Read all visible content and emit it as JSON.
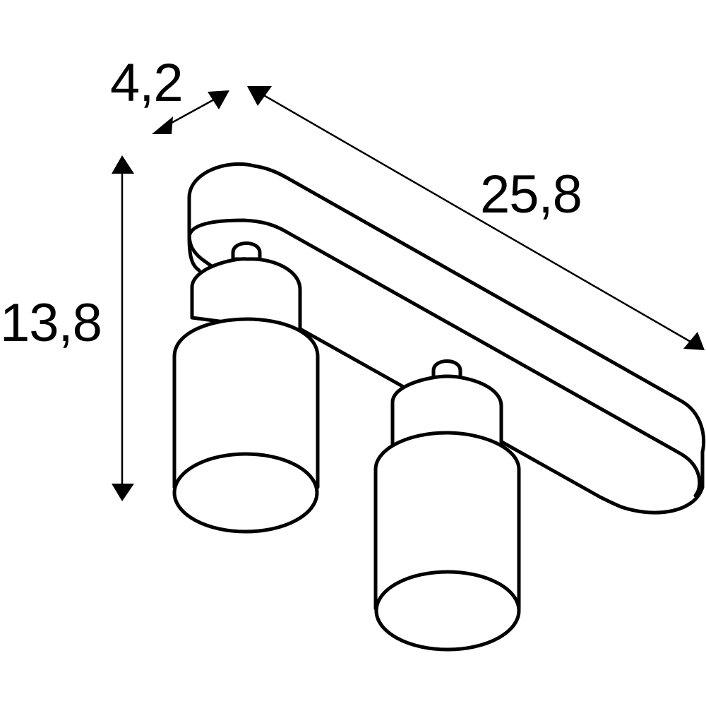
{
  "drawing": {
    "subject": "twin spot ceiling light dimension drawing",
    "line_color": "#000000",
    "background": "#ffffff"
  },
  "dimensions": {
    "depth": {
      "label": "4,2"
    },
    "length": {
      "label": "25,8"
    },
    "height": {
      "label": "13,8"
    }
  }
}
